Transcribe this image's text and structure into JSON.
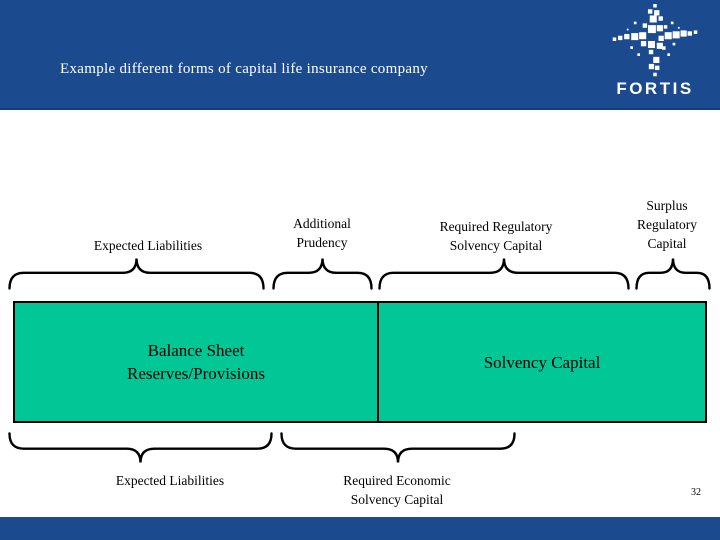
{
  "header": {
    "title": "Example different forms of capital life insurance company",
    "logo": {
      "icon": "fortis-star-icon",
      "text": "FORTIS"
    }
  },
  "diagram": {
    "top_brackets": [
      {
        "label": "Expected Liabilities"
      },
      {
        "label": "Additional\nPrudency"
      },
      {
        "label": "Required Regulatory\nSolvency Capital"
      },
      {
        "label": "Surplus\nRegulatory\nCapital"
      }
    ],
    "box": {
      "left_cell_label": "Balance Sheet\nReserves/Provisions",
      "right_cell_label": "Solvency Capital"
    },
    "bottom_brackets": [
      {
        "label": "Expected Liabilities"
      },
      {
        "label": "Required Economic\nSolvency Capital"
      }
    ]
  },
  "footer": {
    "page_number": "32"
  },
  "colors": {
    "band_blue": "#1B4B8E",
    "box_green": "#00C795",
    "line_black": "#000000",
    "text_white": "#FFFFFF"
  }
}
